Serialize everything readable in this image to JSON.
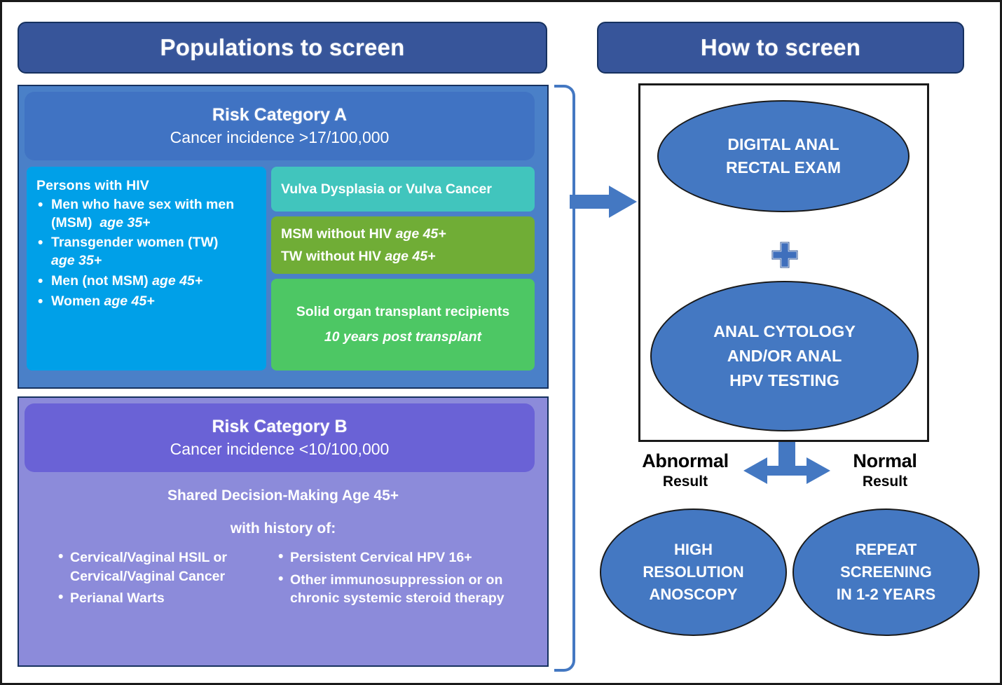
{
  "panels": {
    "populations_title": "Populations to screen",
    "howto_title": "How to screen"
  },
  "risk_category_a": {
    "title": "Risk Category A",
    "subtitle": "Cancer incidence >17/100,000",
    "colors": {
      "container": "#4A80C8",
      "header": "#4073C3"
    },
    "hiv_box": {
      "color": "#00A0E8",
      "title": "Persons with HIV",
      "items": [
        {
          "text": "Men who have sex with men (MSM)",
          "age": "age 35+"
        },
        {
          "text": "Transgender women (TW)",
          "age": "age 35+"
        },
        {
          "text": "Men (not MSM)",
          "age": "age 45+"
        },
        {
          "text": "Women",
          "age": "age 45+"
        }
      ]
    },
    "vulva_box": {
      "color": "#41C5BD",
      "text": "Vulva Dysplasia or Vulva Cancer"
    },
    "msm_box": {
      "color": "#70AD36",
      "line1_text": "MSM without HIV ",
      "line1_age": "age 45+",
      "line2_text": "TW  without HIV ",
      "line2_age": "age 45+"
    },
    "transplant_box": {
      "color": "#4DC764",
      "line1": "Solid organ transplant recipients",
      "line2": "10 years post transplant"
    }
  },
  "risk_category_b": {
    "title": "Risk Category B",
    "subtitle": "Cancer incidence <10/100,000",
    "colors": {
      "container": "#8C8BDA",
      "header": "#6A62D6"
    },
    "shared_line1": "Shared Decision-Making Age 45+",
    "shared_line2": "with history of:",
    "left_items": [
      "Cervical/Vaginal HSIL or Cervical/Vaginal Cancer",
      "Perianal Warts"
    ],
    "right_items": [
      "Persistent Cervical HPV 16+",
      "Other immunosuppression or on chronic systemic steroid therapy"
    ]
  },
  "how_to_screen": {
    "accent_color": "#4478C2",
    "step1": "DIGITAL ANAL RECTAL EXAM",
    "step1_line1": "DIGITAL ANAL",
    "step1_line2": "RECTAL EXAM",
    "plus_symbol": "+",
    "step2_line1": "ANAL CYTOLOGY",
    "step2_line2": "AND/OR ANAL",
    "step2_line3": "HPV TESTING",
    "branch_left_big": "Abnormal",
    "branch_left_small": "Result",
    "branch_right_big": "Normal",
    "branch_right_small": "Result",
    "outcome_left_line1": "HIGH",
    "outcome_left_line2": "RESOLUTION",
    "outcome_left_line3": "ANOSCOPY",
    "outcome_right_line1": "REPEAT",
    "outcome_right_line2": "SCREENING",
    "outcome_right_line3": "IN 1-2 YEARS"
  }
}
